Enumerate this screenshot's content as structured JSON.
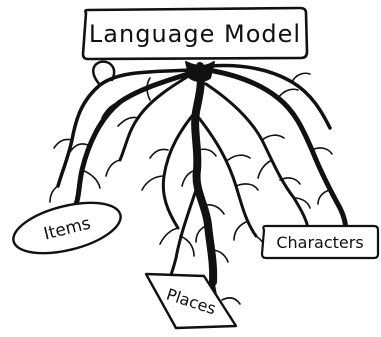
{
  "diagram": {
    "title": "Language Model",
    "nodes": [
      {
        "id": "items",
        "label": "Items"
      },
      {
        "id": "characters",
        "label": "Characters"
      },
      {
        "id": "places",
        "label": "Places"
      }
    ]
  },
  "colors": {
    "ink": "#111111",
    "paper": "#ffffff"
  }
}
